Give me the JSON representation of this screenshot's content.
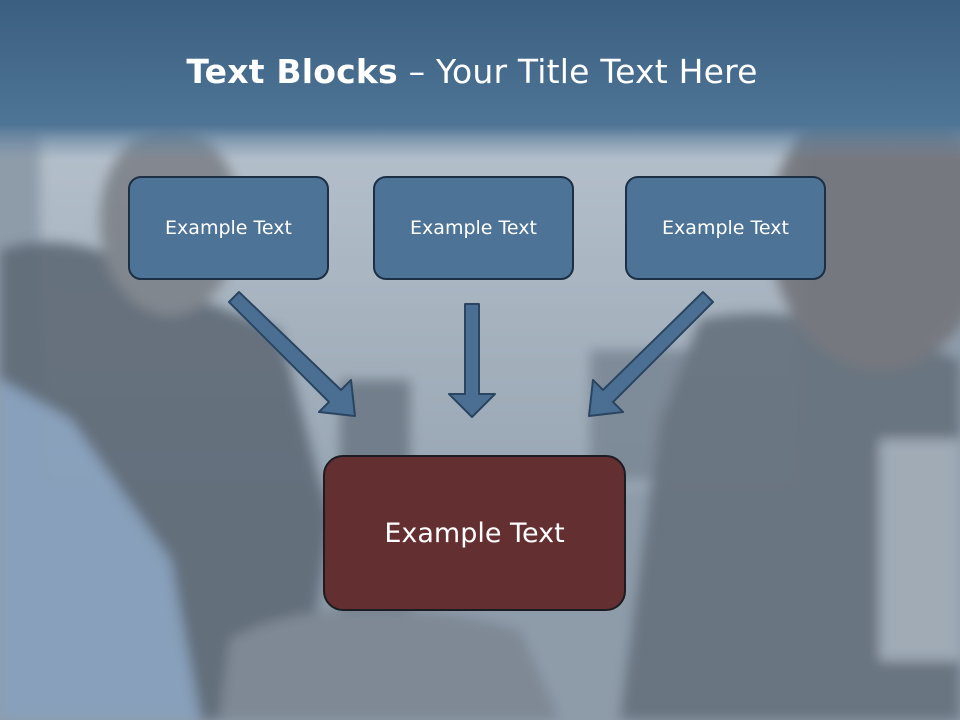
{
  "slide": {
    "title_bold": "Text Blocks",
    "title_rest": " – Your Title Text Here"
  },
  "blocks": {
    "top": [
      {
        "label": "Example Text"
      },
      {
        "label": "Example Text"
      },
      {
        "label": "Example Text"
      }
    ],
    "target": {
      "label": "Example Text"
    }
  },
  "colors": {
    "header_band": "#3f6585",
    "block_fill": "#4d7396",
    "block_border": "#1c2f44",
    "target_fill": "#632f31",
    "arrow_fill": "#4b6f93"
  }
}
